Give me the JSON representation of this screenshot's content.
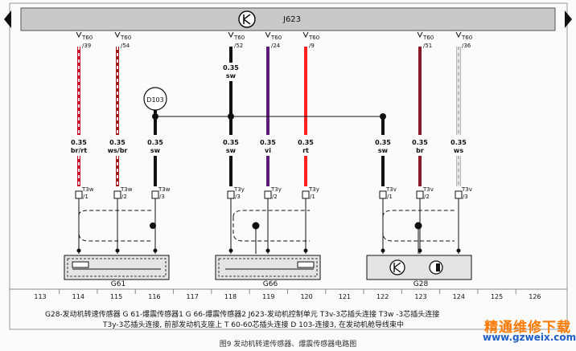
{
  "ecu": {
    "label": "J623"
  },
  "connectors": [
    {
      "pin_top": "T60",
      "pin_num": "/39",
      "gauge": "0.35",
      "color_code": "br/rt",
      "wire_color": "#c8102e",
      "stripe": "#e8e8e8",
      "plug": "T3w",
      "plug_pin": "/1"
    },
    {
      "pin_top": "T60",
      "pin_num": "/54",
      "gauge": "0.35",
      "color_code": "ws/br",
      "wire_color": "#a01818",
      "stripe": "#ffffff",
      "plug": "T3w",
      "plug_pin": "/2"
    },
    {
      "pin_top": "",
      "pin_num": "",
      "gauge": "0.35",
      "color_code": "sw",
      "wire_color": "#111111",
      "stripe": "",
      "plug": "T3w",
      "plug_pin": "/3"
    },
    {
      "pin_top": "T60",
      "pin_num": "/52",
      "gauge": "0.35",
      "color_code": "sw",
      "gauge2": "0.35",
      "color_code2": "sw",
      "wire_color": "#111111",
      "stripe": "",
      "plug": "T3y",
      "plug_pin": "/3"
    },
    {
      "pin_top": "T60",
      "pin_num": "/24",
      "gauge": "0.35",
      "color_code": "vi",
      "wire_color": "#5a1a78",
      "stripe": "",
      "plug": "T3y",
      "plug_pin": "/2"
    },
    {
      "pin_top": "T60",
      "pin_num": "/9",
      "gauge": "0.35",
      "color_code": "rt",
      "wire_color": "#ff2020",
      "stripe": "",
      "plug": "T3y",
      "plug_pin": "/1"
    },
    {
      "pin_top": "",
      "pin_num": "",
      "gauge": "0.35",
      "color_code": "sw",
      "wire_color": "#111111",
      "stripe": "",
      "plug": "T3v",
      "plug_pin": "/1"
    },
    {
      "pin_top": "T60",
      "pin_num": "/51",
      "gauge": "0.35",
      "color_code": "br",
      "wire_color": "#8b1a2a",
      "stripe": "",
      "plug": "T3v",
      "plug_pin": "/2"
    },
    {
      "pin_top": "T60",
      "pin_num": "/36",
      "gauge": "0.35",
      "color_code": "ws",
      "wire_color": "#e6e6e6",
      "stripe": "#bbbbbb",
      "plug": "T3v",
      "plug_pin": "/3"
    }
  ],
  "ground": {
    "label": "D103"
  },
  "components": [
    {
      "label": "G61"
    },
    {
      "label": "G66"
    },
    {
      "label": "G28"
    }
  ],
  "ruler": [
    "113",
    "114",
    "115",
    "116",
    "117",
    "118",
    "119",
    "120",
    "121",
    "122",
    "123",
    "124",
    "125",
    "126"
  ],
  "legend": {
    "line1": "G28-发动机转速传感器    G 61-爆震传感器1    G 66-爆震传感器2    J623-发动机控制单元  T3v-3芯插头连接    T3w -3芯插头连接",
    "line2": "T3y-3芯插头连接, 前部发动机支座上    T 60-60芯插头连接    D 103-连接3, 在发动机舱导线束中"
  },
  "caption": "图9  发动机转速传感器、爆震传感器电路图",
  "watermark": {
    "title": "精通维修下载",
    "url": "www.gzweix.com"
  }
}
